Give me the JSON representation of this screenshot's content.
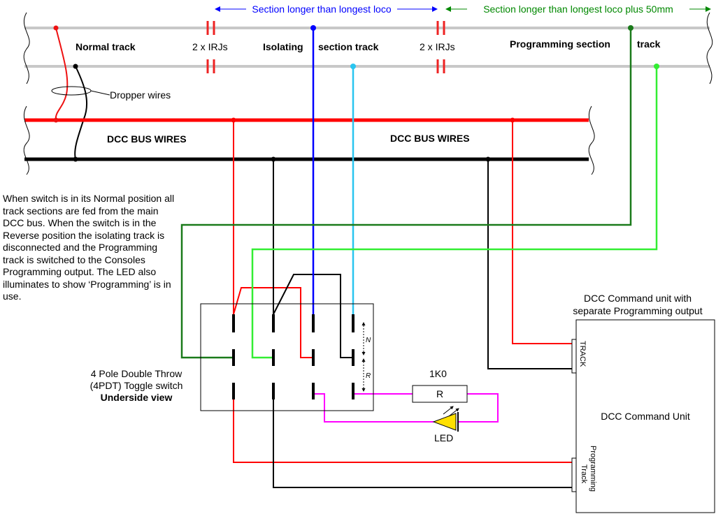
{
  "dimensions": {
    "section_isolating": "Section longer than longest loco",
    "section_programming": "Section longer than longest loco plus 50mm"
  },
  "track_labels": {
    "normal": "Normal track",
    "irj_left": "2 x IRJs",
    "isolating": "Isolating",
    "section_track": "section track",
    "irj_right": "2 x IRJs",
    "programming_section": "Programming section",
    "programming_track": "track"
  },
  "dropper_label": "Dropper wires",
  "bus": {
    "left_label": "DCC BUS WIRES",
    "right_label": "DCC BUS WIRES"
  },
  "description": "When switch is in its Normal position all track sections are fed from the main DCC bus. When the switch is in the Reverse position the isolating track is disconnected and the Programming track is switched to the Consoles Programming output. The LED also illuminates to show ‘Programming’ is in use.",
  "switch": {
    "caption_line1": "4 Pole Double Throw",
    "caption_line2": "(4PDT) Toggle switch",
    "caption_line3": "Underside view",
    "pos_normal": "N",
    "pos_reverse": "R"
  },
  "resistor": {
    "value": "1K0",
    "symbol": "R"
  },
  "led_label": "LED",
  "command_unit": {
    "caption_line1": "DCC Command unit with",
    "caption_line2": "separate Programming output",
    "title": "DCC Command Unit",
    "track_terminal": "TRACK",
    "prog_terminal_line1": "Programming",
    "prog_terminal_line2": "Track"
  },
  "colors": {
    "rail": "#c8c8c8",
    "bus_red": "#ff0000",
    "bus_black": "#000000",
    "isolating_blue": "#0000ff",
    "isolating_cyan": "#29c5f0",
    "prog_dark_green": "#1a7a1a",
    "prog_light_green": "#33ee33",
    "led_magenta": "#ff00ff",
    "led_yellow": "#ffe000",
    "dim_blue": "#0000ff",
    "dim_green": "#008800"
  }
}
